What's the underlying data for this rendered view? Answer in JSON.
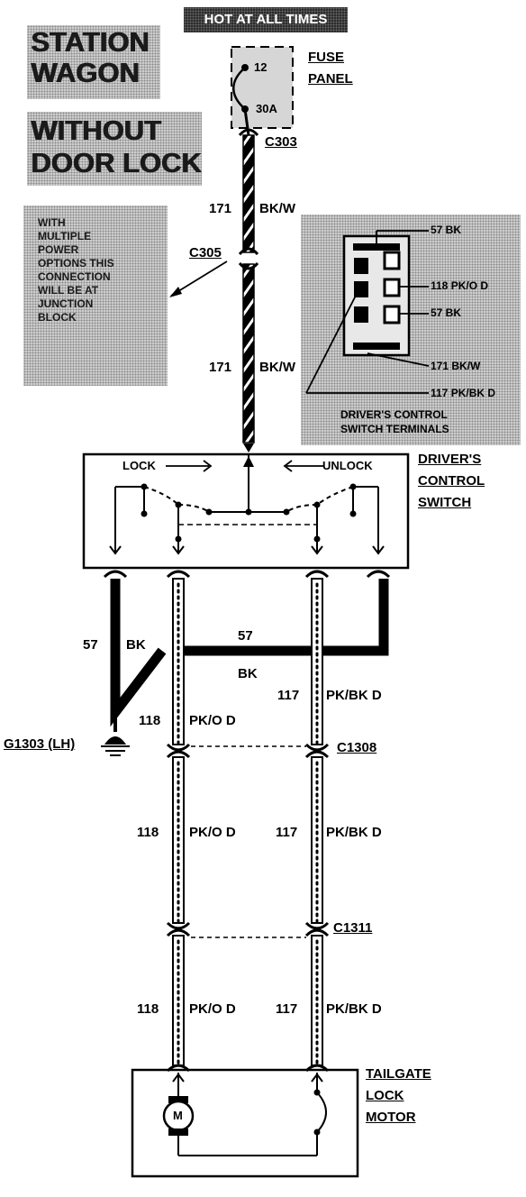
{
  "header": {
    "hot_label": "HOT AT ALL TIMES",
    "title_line1": "STATION",
    "title_line2": "WAGON",
    "subtitle_line1": "WITHOUT",
    "subtitle_line2": "DOOR LOCK"
  },
  "note": {
    "lines": [
      "WITH",
      "MULTIPLE",
      "POWER",
      "OPTIONS THIS",
      "CONNECTION",
      "WILL BE AT",
      "JUNCTION",
      "BLOCK"
    ]
  },
  "fuse_panel": {
    "label_line1": "FUSE",
    "label_line2": "PANEL",
    "fuse_number": "12",
    "fuse_rating": "30A"
  },
  "connectors": {
    "c303": "C303",
    "c305": "C305",
    "c1308": "C1308",
    "c1311": "C1311"
  },
  "wires": {
    "w171_number": "171",
    "w171_color": "BK/W",
    "w57_number": "57",
    "w57_color": "BK",
    "w118_number": "118",
    "w118_color": "PK/O D",
    "w117_number": "117",
    "w117_color": "PK/BK D"
  },
  "terminals_box": {
    "t1": "57 BK",
    "t2": "118 PK/O D",
    "t3": "57 BK",
    "t4": "171 BK/W",
    "t5": "117 PK/BK D",
    "caption_line1": "DRIVER'S CONTROL",
    "caption_line2": "SWITCH TERMINALS"
  },
  "switch": {
    "lock": "LOCK",
    "unlock": "UNLOCK",
    "label_line1": "DRIVER'S",
    "label_line2": "CONTROL",
    "label_line3": "SWITCH"
  },
  "ground": {
    "label": "G1303 (LH)"
  },
  "motor": {
    "symbol": "M",
    "label_line1": "TAILGATE",
    "label_line2": "LOCK",
    "label_line3": "MOTOR"
  }
}
